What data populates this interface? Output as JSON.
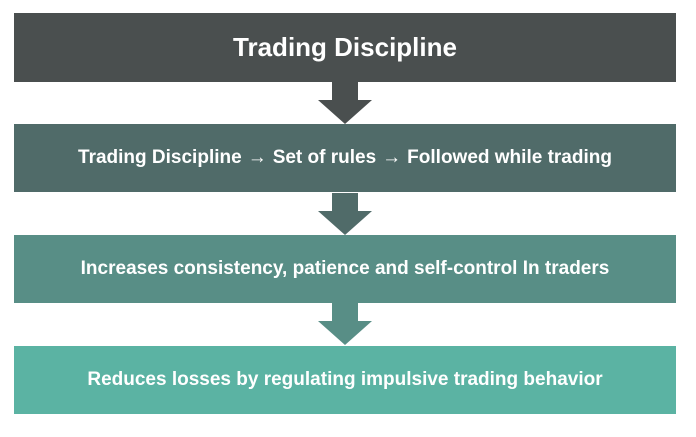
{
  "title": "Trading Discipline",
  "steps": [
    {
      "parts": [
        "Trading Discipline",
        "Set of rules",
        "Followed while trading"
      ],
      "separator": "→"
    },
    {
      "text": "Increases consistency, patience and self-control In traders"
    },
    {
      "text": "Reduces losses by regulating impulsive trading behavior"
    }
  ],
  "colors": {
    "title_box": "#4a4f4f",
    "step_1": "#506b69",
    "step_2": "#588e86",
    "step_3": "#5bb3a3",
    "arrow_1": "#4a4f4f",
    "arrow_2": "#506b69",
    "arrow_3": "#588e86",
    "text": "#ffffff"
  }
}
